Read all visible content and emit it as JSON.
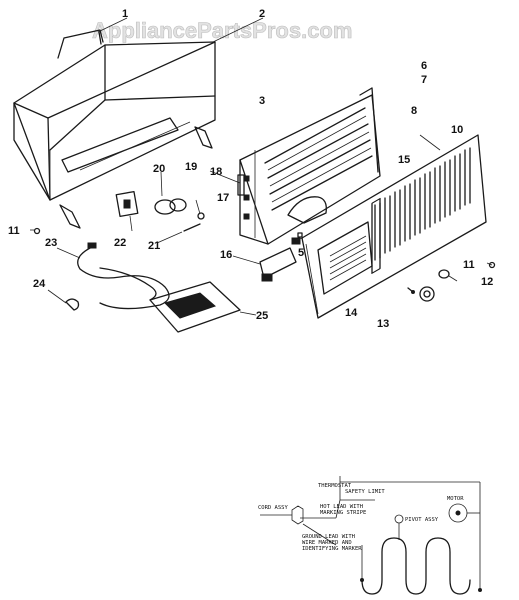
{
  "watermark": "AppliancePartsPros.com",
  "callouts": [
    "1",
    "2",
    "3",
    "5",
    "6",
    "7",
    "8",
    "10",
    "11",
    "11",
    "12",
    "13",
    "14",
    "15",
    "16",
    "17",
    "18",
    "19",
    "20",
    "21",
    "22",
    "23",
    "24",
    "25"
  ],
  "wiring": {
    "thermostat": "THERMOSTAT",
    "safety": "SAFETY LIMIT",
    "cord": "CORD ASSY",
    "hot_lead_1": "HOT LEAD WITH",
    "hot_lead_2": "MARKING STRIPE",
    "pivot": "PIVOT ASSY",
    "motor": "MOTOR",
    "ground_1": "GROUND LEAD WITH",
    "ground_2": "WIRE MARKED AND",
    "ground_3": "IDENTIFYING MARKER"
  }
}
